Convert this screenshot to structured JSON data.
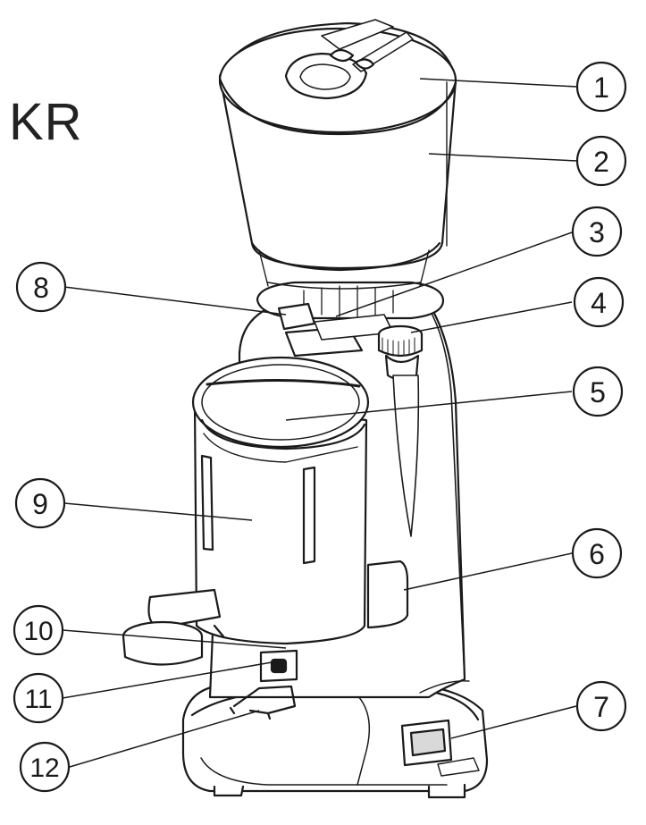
{
  "model": "KR",
  "callouts": [
    {
      "number": "1"
    },
    {
      "number": "2"
    },
    {
      "number": "3"
    },
    {
      "number": "4"
    },
    {
      "number": "5"
    },
    {
      "number": "6"
    },
    {
      "number": "7"
    },
    {
      "number": "8"
    },
    {
      "number": "9"
    },
    {
      "number": "10"
    },
    {
      "number": "11"
    },
    {
      "number": "12"
    }
  ],
  "colors": {
    "line": "#1a1a1a",
    "fill": "#ffffff",
    "shade": "#d9d9d9"
  }
}
